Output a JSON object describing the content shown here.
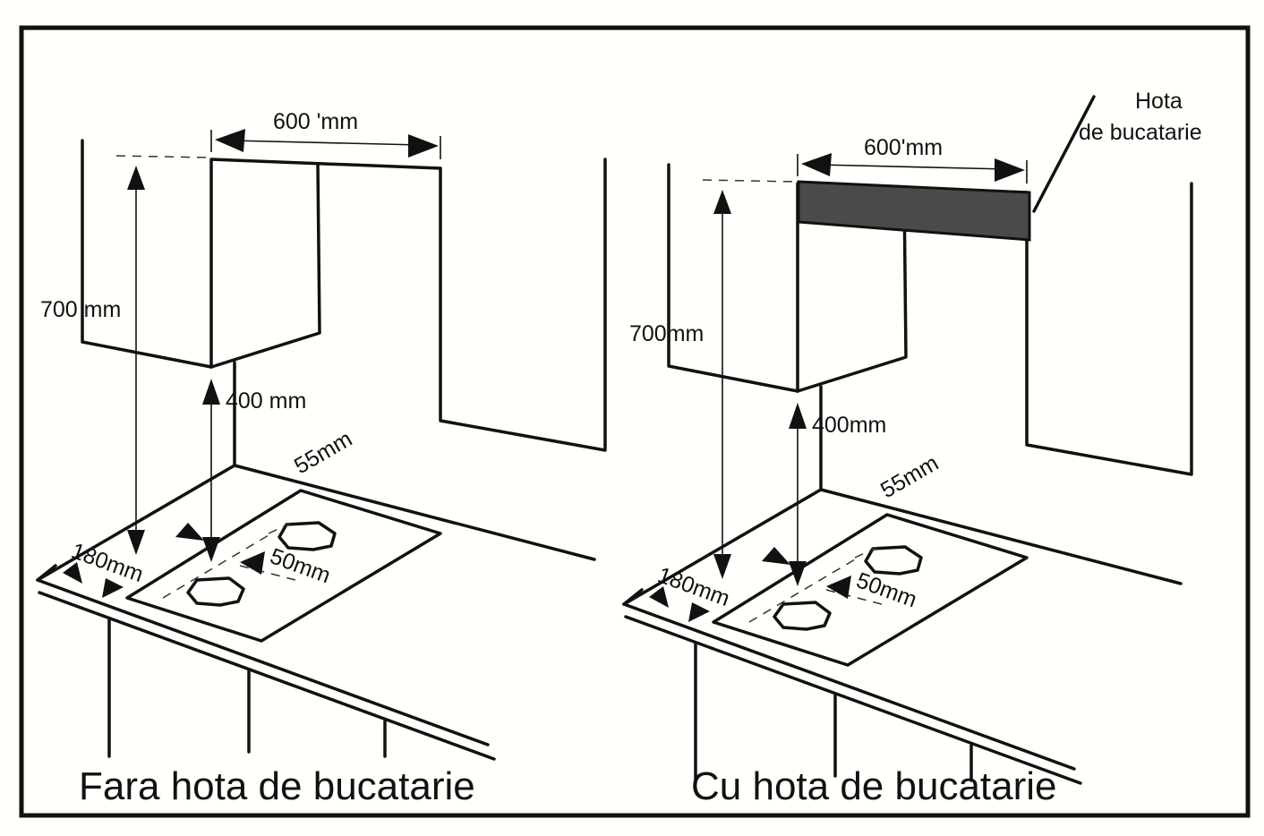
{
  "left_panel": {
    "caption": "Fara hota de bucatarie",
    "width_label": "600 'mm",
    "height_total_label": "700 mm",
    "height_clear_label": "400 mm",
    "back_gap_label": "55mm",
    "side_gap_label": "180mm",
    "burner_gap_label": "50mm"
  },
  "right_panel": {
    "caption": "Cu hota de bucatarie",
    "width_label": "600'mm",
    "height_total_label": "700mm",
    "height_clear_label": "400mm",
    "back_gap_label": "55mm",
    "side_gap_label": "180mm",
    "burner_gap_label": "50mm",
    "hood_label_line1": "Hota",
    "hood_label_line2": "de bucatarie"
  },
  "colors": {
    "hood": "#4a4a4a",
    "line": "#111111",
    "background": "#fffffb"
  }
}
